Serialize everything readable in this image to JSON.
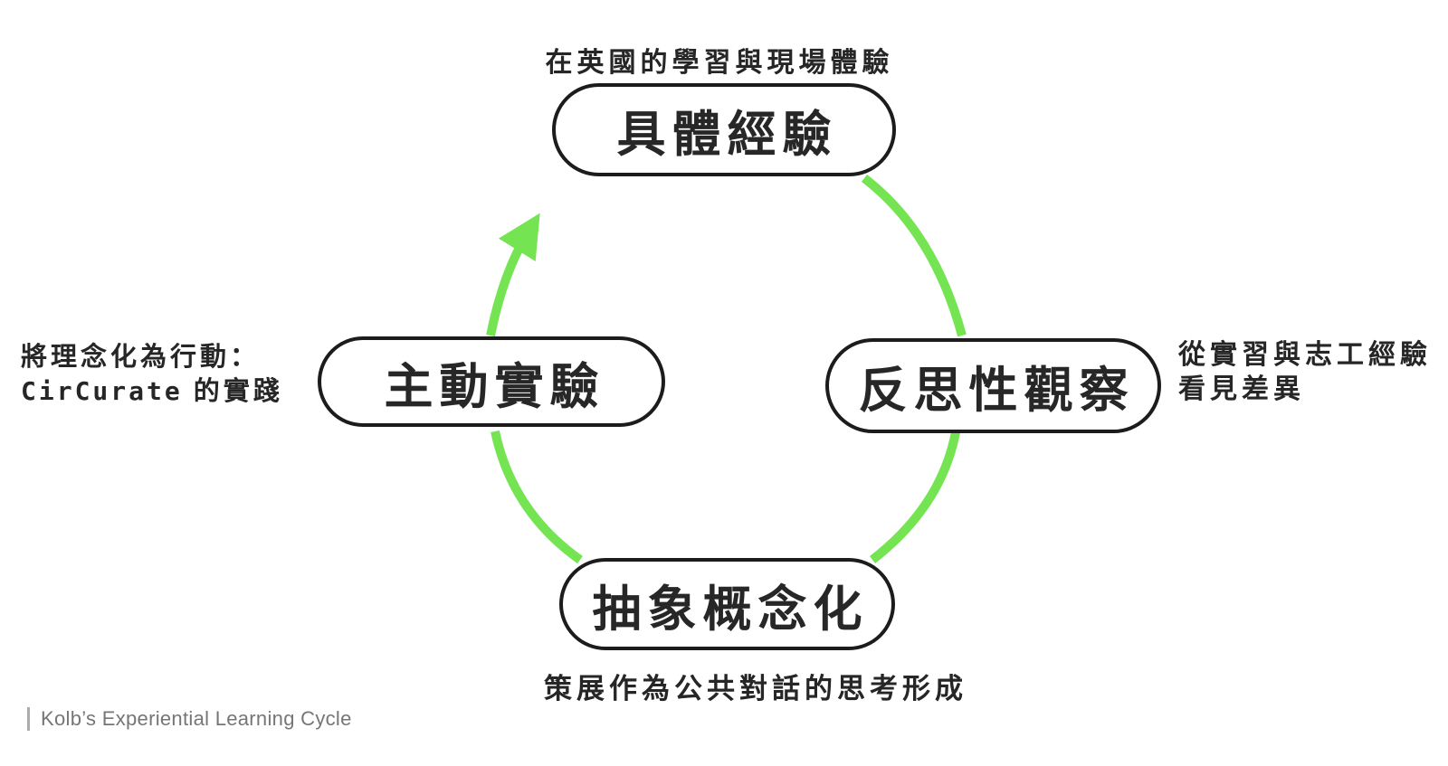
{
  "cycle": {
    "nodes": {
      "top": {
        "label": "具體經驗",
        "caption": "在英國的學習與現場體驗"
      },
      "right": {
        "label": "反思性觀察",
        "caption_line1": "從實習與志工經驗",
        "caption_line2": "看見差異"
      },
      "bottom": {
        "label": "抽象概念化",
        "caption": "策展作為公共對話的思考形成"
      },
      "left": {
        "label": "主動實驗",
        "caption_line1": "將理念化為行動：",
        "caption_line2_code": "CirCurate",
        "caption_line2_rest": "的實踐"
      }
    },
    "colors": {
      "arrow": "#75e453",
      "node_border": "#1c1c1c",
      "text": "#272727",
      "footer_text": "#767676"
    }
  },
  "footer": {
    "label": "Kolb’s Experiential Learning Cycle"
  }
}
